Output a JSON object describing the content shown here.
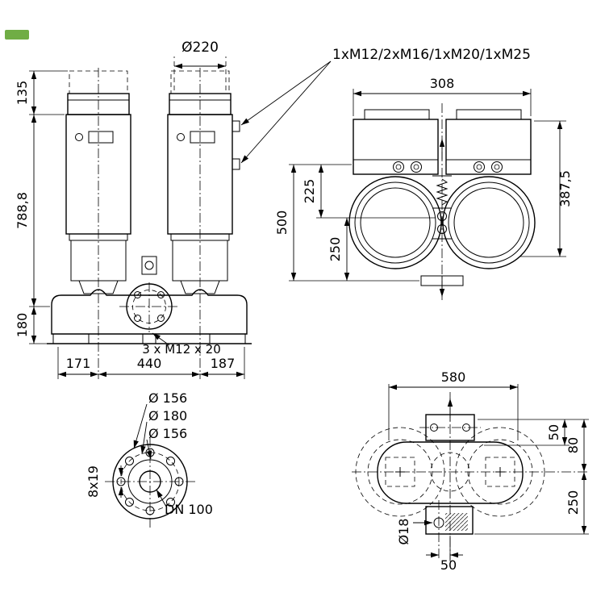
{
  "annotations": {
    "cable_glands": "1xM12/2xM16/1xM20/1xM25",
    "screws": "3 x M12 x 20"
  },
  "front_view": {
    "dia_top": "Ø220",
    "h_top": "135",
    "h_total": "788,8",
    "h_base": "180",
    "w_left": "171",
    "w_center": "440",
    "w_right": "187"
  },
  "side_view": {
    "width": "308",
    "h_right": "387,5",
    "h_left_total": "500",
    "h_upper": "225",
    "h_lower": "250"
  },
  "flange_view": {
    "dia_outer": "Ø 156",
    "dia_bolt_circle": "Ø 180",
    "dia_inner": "Ø 156",
    "bolt_holes": "8x19",
    "nominal_diameter": "DN 100"
  },
  "top_view": {
    "width": "580",
    "offset_upper": "50",
    "offset_outer": "80",
    "offset_lower": "250",
    "hole_dia": "Ø18",
    "offset_bottom": "50"
  }
}
